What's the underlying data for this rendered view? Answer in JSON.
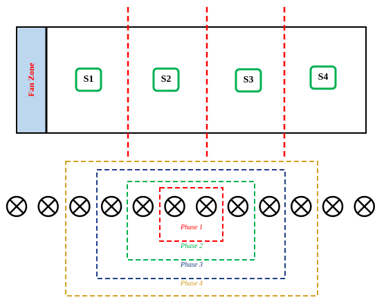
{
  "fan_zone": {
    "label": "Fan Zone",
    "fill": "#bdd7ee",
    "text_color": "#ff0000"
  },
  "sensors": [
    {
      "label": "S1"
    },
    {
      "label": "S2"
    },
    {
      "label": "S3"
    },
    {
      "label": "S4"
    }
  ],
  "sensor_border_color": "#00b050",
  "phases": [
    {
      "label": "Phase 1",
      "color": "#ff0000"
    },
    {
      "label": "Phase 2",
      "color": "#00b050"
    },
    {
      "label": "Phase 3",
      "color": "#1f3c88"
    },
    {
      "label": "Phase 4",
      "color": "#d4a021"
    }
  ],
  "divider_color": "#ff0000",
  "fan_count": 12,
  "fan_icon": "circle-x-fan-icon"
}
